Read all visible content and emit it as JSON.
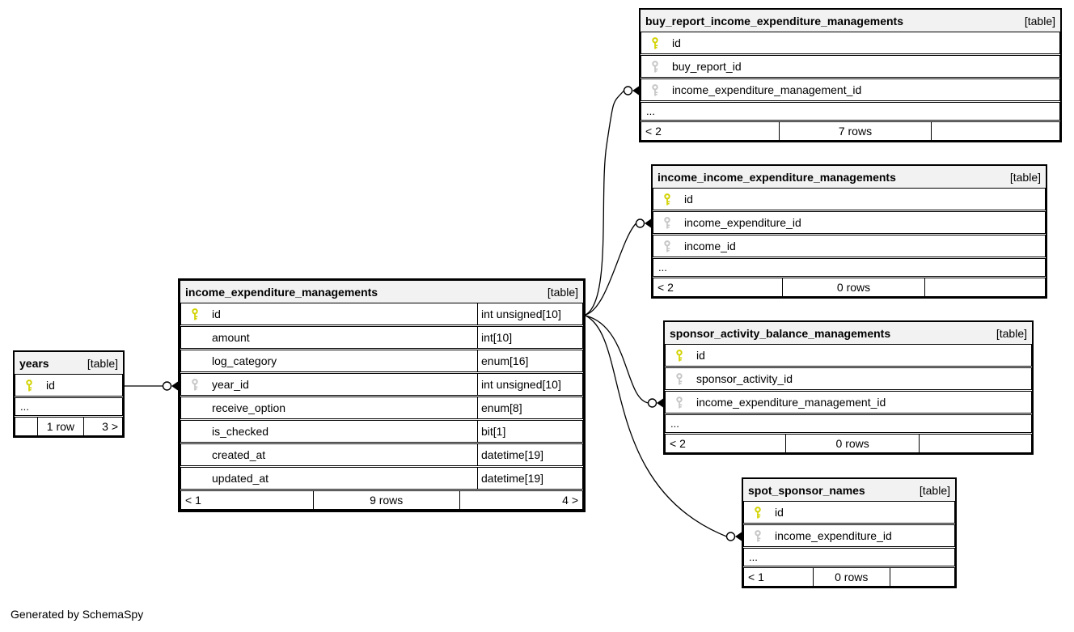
{
  "diagram": {
    "caption": "Generated by SchemaSpy",
    "colors": {
      "primary_key": "#d2d200",
      "foreign_key": "#c6c6c6",
      "header_bg": "#f2f2f2",
      "line": "#000000"
    }
  },
  "tables": {
    "years": {
      "name": "years",
      "tag": "[table]",
      "columns": [
        {
          "name": "id",
          "key": "primary"
        }
      ],
      "more": "...",
      "footer": {
        "left": "",
        "center": "1 row",
        "right": "3 >"
      }
    },
    "central": {
      "name": "income_expenditure_managements",
      "tag": "[table]",
      "columns": [
        {
          "name": "id",
          "type": "int unsigned[10]",
          "key": "primary"
        },
        {
          "name": "amount",
          "type": "int[10]",
          "key": ""
        },
        {
          "name": "log_category",
          "type": "enum[16]",
          "key": ""
        },
        {
          "name": "year_id",
          "type": "int unsigned[10]",
          "key": "foreign"
        },
        {
          "name": "receive_option",
          "type": "enum[8]",
          "key": ""
        },
        {
          "name": "is_checked",
          "type": "bit[1]",
          "key": ""
        },
        {
          "name": "created_at",
          "type": "datetime[19]",
          "key": ""
        },
        {
          "name": "updated_at",
          "type": "datetime[19]",
          "key": ""
        }
      ],
      "footer": {
        "left": "< 1",
        "center": "9 rows",
        "right": "4 >"
      }
    },
    "buy_report": {
      "name": "buy_report_income_expenditure_managements",
      "tag": "[table]",
      "columns": [
        {
          "name": "id",
          "key": "primary"
        },
        {
          "name": "buy_report_id",
          "key": "foreign"
        },
        {
          "name": "income_expenditure_management_id",
          "key": "foreign"
        }
      ],
      "more": "...",
      "footer": {
        "left": "< 2",
        "center": "7 rows",
        "right": ""
      }
    },
    "income_income": {
      "name": "income_income_expenditure_managements",
      "tag": "[table]",
      "columns": [
        {
          "name": "id",
          "key": "primary"
        },
        {
          "name": "income_expenditure_id",
          "key": "foreign"
        },
        {
          "name": "income_id",
          "key": "foreign"
        }
      ],
      "more": "...",
      "footer": {
        "left": "< 2",
        "center": "0 rows",
        "right": ""
      }
    },
    "sponsor": {
      "name": "sponsor_activity_balance_managements",
      "tag": "[table]",
      "columns": [
        {
          "name": "id",
          "key": "primary"
        },
        {
          "name": "sponsor_activity_id",
          "key": "foreign"
        },
        {
          "name": "income_expenditure_management_id",
          "key": "foreign"
        }
      ],
      "more": "...",
      "footer": {
        "left": "< 2",
        "center": "0 rows",
        "right": ""
      }
    },
    "spot": {
      "name": "spot_sponsor_names",
      "tag": "[table]",
      "columns": [
        {
          "name": "id",
          "key": "primary"
        },
        {
          "name": "income_expenditure_id",
          "key": "foreign"
        }
      ],
      "more": "...",
      "footer": {
        "left": "< 1",
        "center": "0 rows",
        "right": ""
      }
    }
  },
  "relationships": [
    {
      "from": "years.id",
      "to": "income_expenditure_managements.year_id"
    },
    {
      "from": "income_expenditure_managements.id",
      "to": "buy_report_income_expenditure_managements.income_expenditure_management_id"
    },
    {
      "from": "income_expenditure_managements.id",
      "to": "income_income_expenditure_managements.income_expenditure_id"
    },
    {
      "from": "income_expenditure_managements.id",
      "to": "sponsor_activity_balance_managements.income_expenditure_management_id"
    },
    {
      "from": "income_expenditure_managements.id",
      "to": "spot_sponsor_names.income_expenditure_id"
    }
  ]
}
